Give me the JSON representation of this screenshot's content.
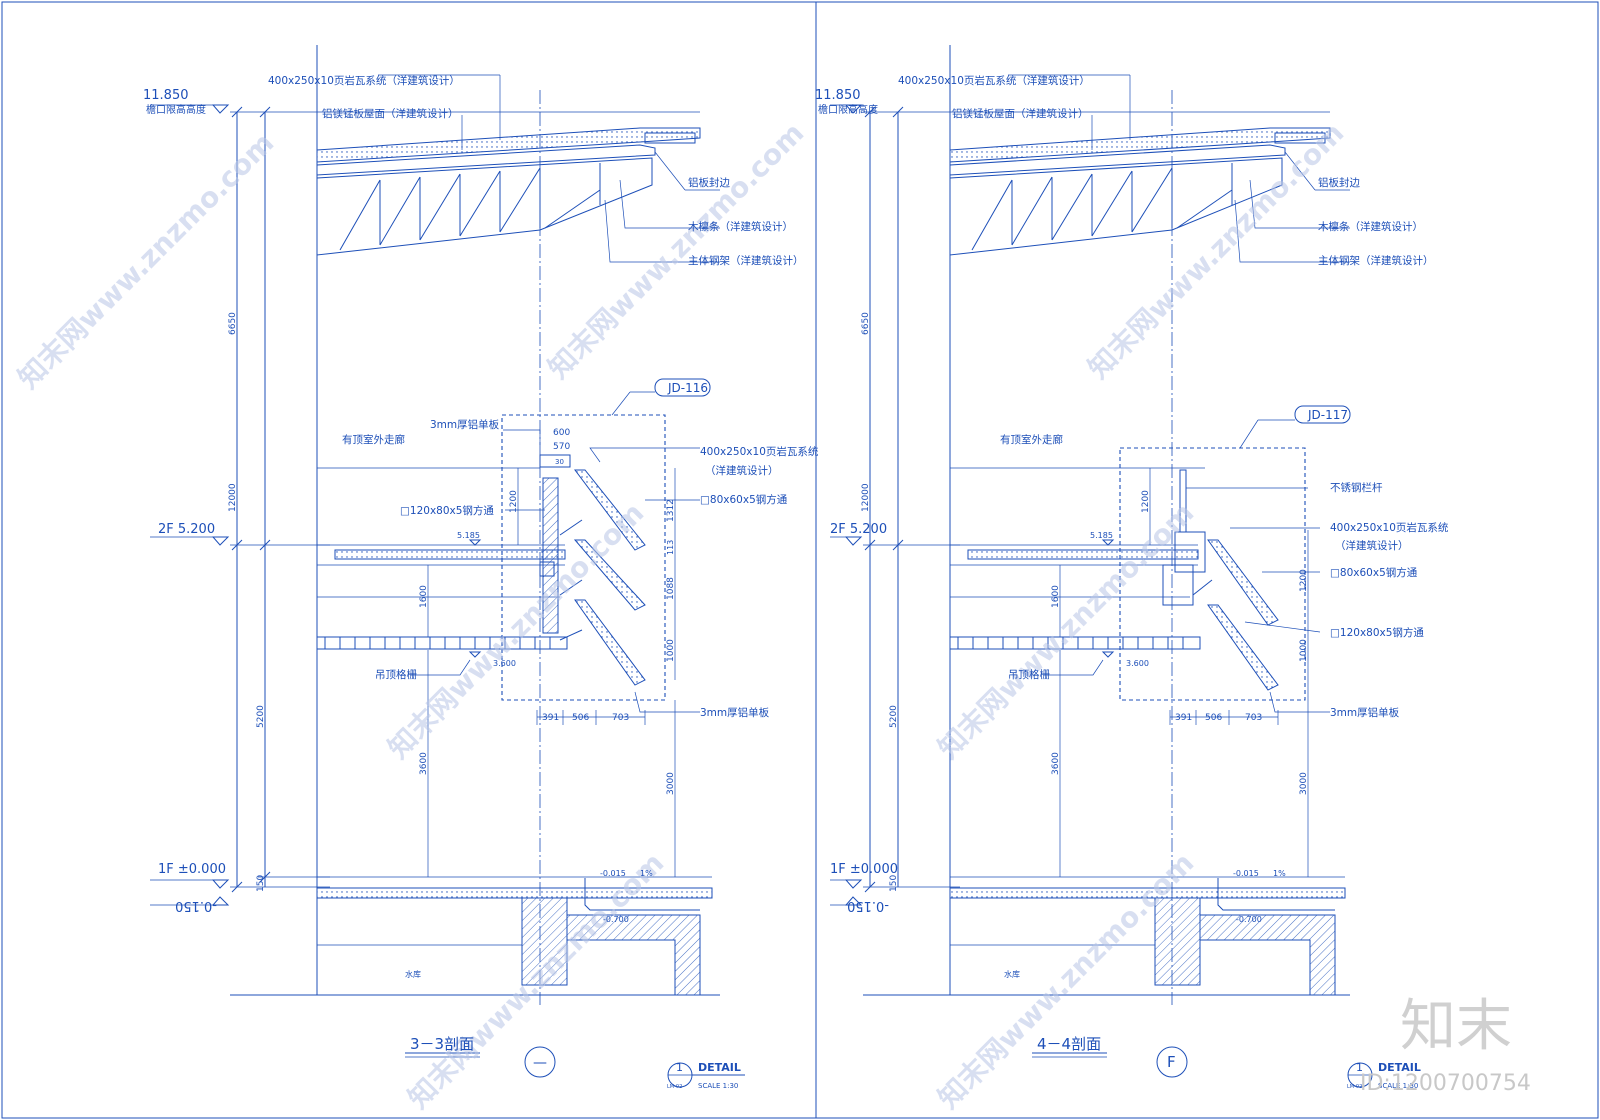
{
  "brand": {
    "logo": "知末",
    "id": "ID:1200700754"
  },
  "watermark": "知末网www.znzmo.com",
  "left": {
    "section_title": "3－3剖面",
    "axis_label": "—",
    "detail_num": "1",
    "detail_label": "DETAIL",
    "detail_sheet": "LM-02",
    "detail_scale": "SCALE 1:30",
    "detail_ref": "JD-116",
    "elev_eave": "11.850",
    "eave_label": "檐口限高高度",
    "elev_2f": "2F 5.200",
    "elev_1f": "1F ±0.000",
    "elev_neg": "-0.150",
    "slab_elev": "5.185",
    "ceiling_elev": "3.600",
    "ground_elev": "-0.015",
    "slope": "1%",
    "pit_elev": "-0.700",
    "room_label": "水库",
    "callouts": {
      "roof_system": "400x250x10页岩瓦系统（洋建筑设计）",
      "roof_panel": "铝镁锰板屋面（洋建筑设计）",
      "al_edge": "铝板封边",
      "wood_purlin": "木檩条（洋建筑设计）",
      "truss": "主体钢架（洋建筑设计）",
      "al_plate_top": "3mm厚铝单板",
      "corridor": "有顶室外走廊",
      "tile_sys_1": "400x250x10页岩瓦系统",
      "tile_sys_2": "（洋建筑设计）",
      "tube_120": "□120x80x5钢方通",
      "tube_80": "□80x60x5钢方通",
      "ceiling_grille": "吊顶格栅",
      "al_plate_bot": "3mm厚铝单板"
    },
    "dims": {
      "d6650": "6650",
      "d12000": "12000",
      "d5200": "5200",
      "d3600": "3600",
      "d1600": "1600",
      "d1200": "1200",
      "d3000": "3000",
      "d150": "150",
      "d600": "600",
      "d570": "570",
      "d30": "30",
      "d1312": "1312",
      "d113": "113",
      "d1088": "1088",
      "d1000": "1000",
      "d391": "391",
      "d506": "506",
      "d703": "703"
    }
  },
  "right": {
    "section_title": "4－4剖面",
    "axis_label": "F",
    "detail_num": "1",
    "detail_label": "DETAIL",
    "detail_sheet": "LM-02",
    "detail_scale": "SCALE 1:30",
    "detail_ref": "JD-117",
    "elev_eave": "11.850",
    "eave_label": "檐口限高高度",
    "elev_2f": "2F 5.200",
    "elev_1f": "1F ±0.000",
    "elev_neg": "-0.150",
    "slab_elev": "5.185",
    "ceiling_elev": "3.600",
    "ground_elev": "-0.015",
    "slope": "1%",
    "pit_elev": "-0.700",
    "room_label": "水库",
    "callouts": {
      "roof_system": "400x250x10页岩瓦系统（洋建筑设计）",
      "roof_panel": "铝镁锰板屋面（洋建筑设计）",
      "al_edge": "铝板封边",
      "wood_purlin": "木檩条（洋建筑设计）",
      "truss": "主体钢架（洋建筑设计）",
      "corridor": "有顶室外走廊",
      "railing": "不锈钢栏杆",
      "tile_sys_1": "400x250x10页岩瓦系统",
      "tile_sys_2": "（洋建筑设计）",
      "tube_80": "□80x60x5钢方通",
      "tube_120": "□120x80x5钢方通",
      "ceiling_grille": "吊顶格栅",
      "al_plate_bot": "3mm厚铝单板"
    },
    "dims": {
      "d6650": "6650",
      "d12000": "12000",
      "d5200": "5200",
      "d3600": "3600",
      "d1600": "1600",
      "d1200": "1200",
      "d3000": "3000",
      "d150": "150",
      "d1200b": "1200",
      "d1000": "1000",
      "d391": "391",
      "d506": "506",
      "d703": "703"
    }
  },
  "colors": {
    "ink": "#1d4fb8",
    "paper": "#ffffff",
    "watermark": "#b9c6e6",
    "brand": "#d0d0d0"
  }
}
